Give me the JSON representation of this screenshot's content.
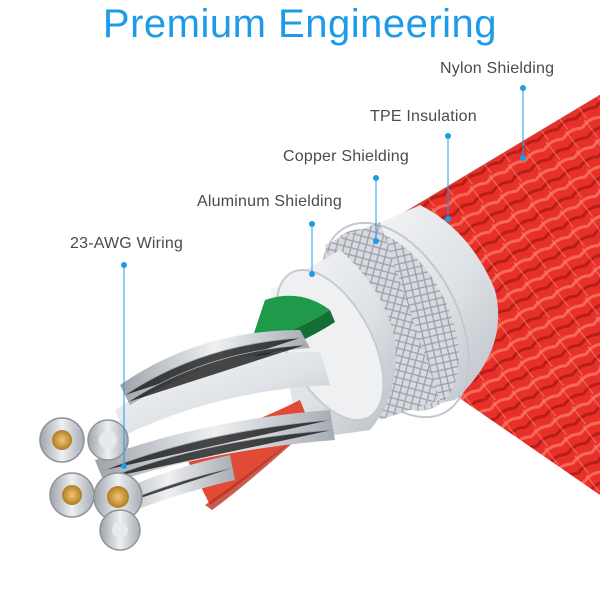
{
  "title": "Premium Engineering",
  "callouts": {
    "nylon": "Nylon Shielding",
    "tpe": "TPE Insulation",
    "copper": "Copper Shielding",
    "aluminum": "Aluminum Shielding",
    "wiring": "23-AWG Wiring"
  },
  "colors": {
    "title": "#1e9be8",
    "leader": "#1e9be8",
    "nylon": "#e8302a",
    "copper_mesh": "#c9ccd2",
    "insulation": "#e9ecef",
    "green_wire": "#1e9a4a",
    "red_wire": "#e04a36",
    "copper_core": "#d9a43a"
  }
}
